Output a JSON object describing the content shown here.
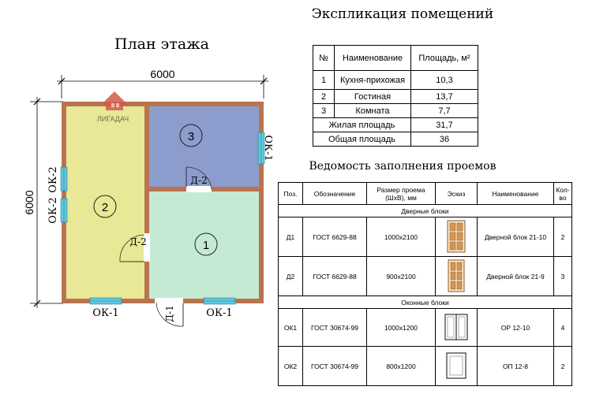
{
  "plan": {
    "title": "План  этажа",
    "dim_width": "6000",
    "dim_height": "6000",
    "logo_text": "ЛИГАДАЧ",
    "rooms": [
      {
        "number": "1"
      },
      {
        "number": "2"
      },
      {
        "number": "3"
      }
    ],
    "doors": {
      "d1": "Д-1",
      "d2_living": "Д-2",
      "d2_room": "Д-2"
    },
    "windows": {
      "bottom_left": "ОК-1",
      "bottom_right": "ОК-1",
      "right": "ОК-1",
      "left_top": "ОК-2",
      "left_bottom": "ОК-2"
    },
    "colors": {
      "wall": "#b8744f",
      "room1": "#c4ead4",
      "room2": "#e8e896",
      "room3": "#8c9ccc",
      "window": "#5ec8dc"
    }
  },
  "explication": {
    "title": "Экспликация помещений",
    "headers": [
      "№",
      "Наименование",
      "Площадь, м²"
    ],
    "rows": [
      {
        "n": "1",
        "name": "Кухня-прихожая",
        "area": "10,3"
      },
      {
        "n": "2",
        "name": "Гостиная",
        "area": "13,7"
      },
      {
        "n": "3",
        "name": "Комната",
        "area": "7,7"
      }
    ],
    "living_label": "Жилая площадь",
    "living_value": "31,7",
    "total_label": "Общая площадь",
    "total_value": "36"
  },
  "openings": {
    "title": "Ведомость заполнения проемов",
    "headers": [
      "Поз.",
      "Обозначение",
      "Размер проема (ШxВ), мм",
      "Эскиз",
      "Наименование",
      "Кол-во"
    ],
    "door_section": "Дверные блоки",
    "window_section": "Оконные блоки",
    "rows": [
      {
        "pos": "Д1",
        "designation": "ГОСТ 6629-88",
        "size": "1000x2100",
        "name": "Дверной блок 21-10",
        "qty": "2",
        "sketch": "door-icon"
      },
      {
        "pos": "Д2",
        "designation": "ГОСТ 6629-88",
        "size": "900x2100",
        "name": "Дверной блок 21-9",
        "qty": "3",
        "sketch": "door-icon"
      },
      {
        "pos": "ОК1",
        "designation": "ГОСТ 30674-99",
        "size": "1000x1200",
        "name": "ОР 12-10",
        "qty": "4",
        "sketch": "window-icon"
      },
      {
        "pos": "ОК2",
        "designation": "ГОСТ 30674-99",
        "size": "800x1200",
        "name": "ОП 12-8",
        "qty": "2",
        "sketch": "window-icon"
      }
    ]
  }
}
